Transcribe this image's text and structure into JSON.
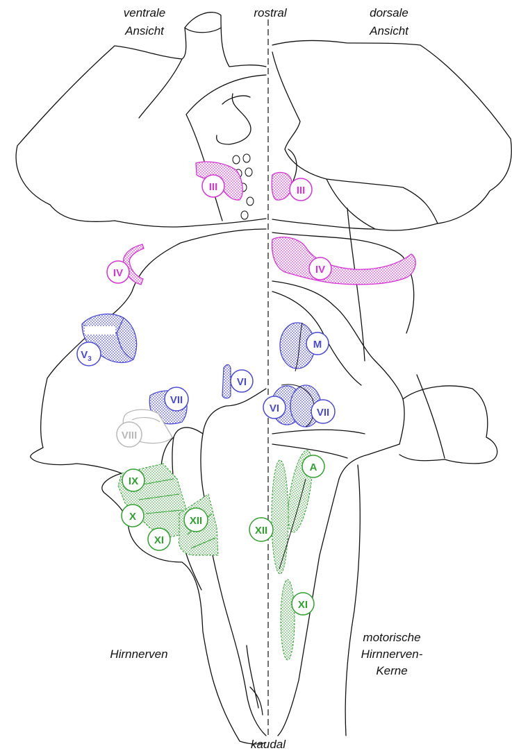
{
  "captions": {
    "ventral_line1": "ventrale",
    "ventral_line2": "Ansicht",
    "dorsal_line1": "dorsale",
    "dorsal_line2": "Ansicht",
    "rostral": "rostral",
    "caudal": "kaudal",
    "left_bottom": "Hirnnerven",
    "right_bottom_line1": "motorische",
    "right_bottom_line2": "Hirnnerven-",
    "right_bottom_line3": "Kerne"
  },
  "colors": {
    "magenta": "#d633d6",
    "blue": "#4a4ad6",
    "grey": "#b8b8b8",
    "green": "#2fa12f",
    "outline": "#111111"
  },
  "ventral_labels": {
    "III": "III",
    "IV": "IV",
    "V3_main": "V",
    "V3_sub": "3",
    "VI": "VI",
    "VII": "VII",
    "VIII": "VIII",
    "IX": "IX",
    "X": "X",
    "XI": "XI",
    "XII": "XII"
  },
  "dorsal_labels": {
    "III": "III",
    "IV": "IV",
    "M": "M",
    "VI": "VI",
    "VII": "VII",
    "A": "A",
    "XII": "XII",
    "XI": "XI"
  }
}
